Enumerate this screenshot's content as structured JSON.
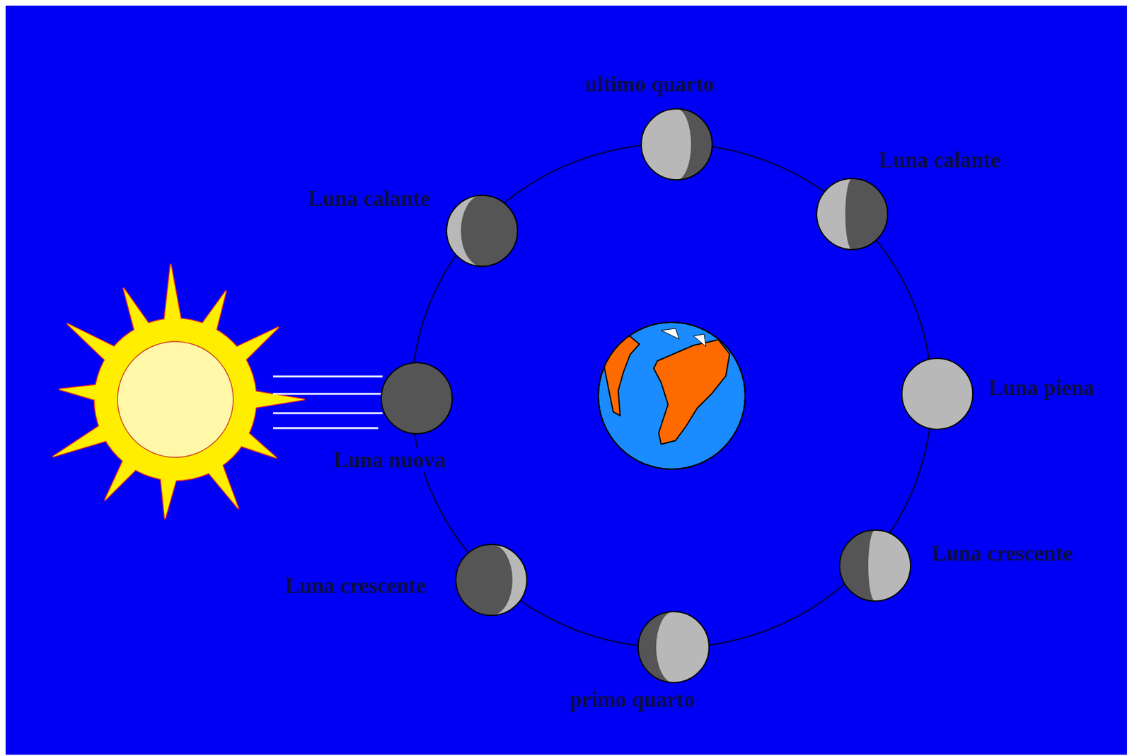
{
  "diagram": {
    "labels": [
      "ultimo quarto",
      "Luna calante",
      "Luna calante",
      "Luna piena",
      "Luna nuova",
      "Luna crescente",
      "Luna crescente",
      "primo quarto"
    ]
  }
}
